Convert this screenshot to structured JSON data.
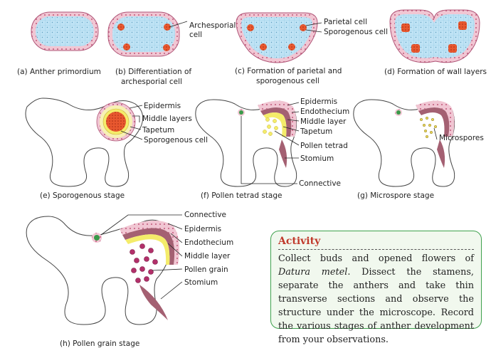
{
  "stages": {
    "a": {
      "caption": "(a) Anther primordium"
    },
    "b": {
      "caption_line1": "(b) Differentiation of",
      "caption_line2": "archesporial cell",
      "label_archesporial_1": "Archesporial",
      "label_archesporial_2": "cell"
    },
    "c": {
      "caption_line1": "(c) Formation of parietal and",
      "caption_line2": "sporogenous cell",
      "label_parietal": "Parietal cell",
      "label_sporogenous": "Sporogenous cell"
    },
    "d": {
      "caption": "(d) Formation of wall layers"
    },
    "e": {
      "caption": "(e) Sporogenous stage",
      "labels": [
        "Epidermis",
        "Middle layers",
        "Tapetum",
        "Sporogenous cell"
      ]
    },
    "f": {
      "caption": "(f) Pollen tetrad stage",
      "labels": [
        "Epidermis",
        "Endothecium",
        "Middle layer",
        "Tapetum",
        "Pollen tetrad",
        "Stomium",
        "Connective"
      ]
    },
    "g": {
      "caption": "(g) Microspore stage",
      "labels": [
        "Microspores"
      ]
    },
    "h": {
      "caption": "(h) Pollen grain stage",
      "labels": [
        "Connective",
        "Epidermis",
        "Endothecium",
        "Middle layer",
        "Pollen grain",
        "Stomium"
      ]
    }
  },
  "activity": {
    "title": "Activity",
    "text_1": "Collect buds and opened flowers of ",
    "text_italic": "Datura metel",
    "text_2": ". Dissect  the stamens, separate the anthers and take thin transverse sections and observe the structure under the microscope. Record the   various stages of anther development  from your observations."
  },
  "colors": {
    "epidermis": "#d98aa6",
    "cell_fill": "#bfe3f5",
    "archesporial": "#e8582f",
    "tapetum": "#f4ec6a",
    "middle": "#f7f1b3",
    "endothecium": "#a46072",
    "accent_green": "#3fa14d",
    "title_red": "#c0392b"
  }
}
